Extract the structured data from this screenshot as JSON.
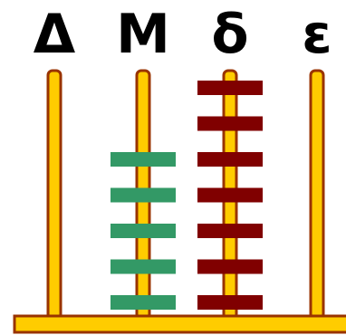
{
  "columns": [
    {
      "label": "Δ",
      "disks": 0,
      "disk_color": ""
    },
    {
      "label": "M",
      "disks": 5,
      "disk_color": "#339966"
    },
    {
      "label": "δ",
      "disks": 7,
      "disk_color": "#800000"
    },
    {
      "label": "ε",
      "disks": 0,
      "disk_color": ""
    }
  ],
  "colors": {
    "rod_fill": "#FFCC00",
    "rod_outline": "#993300",
    "base_fill": "#FFCC00",
    "base_outline": "#993300"
  }
}
